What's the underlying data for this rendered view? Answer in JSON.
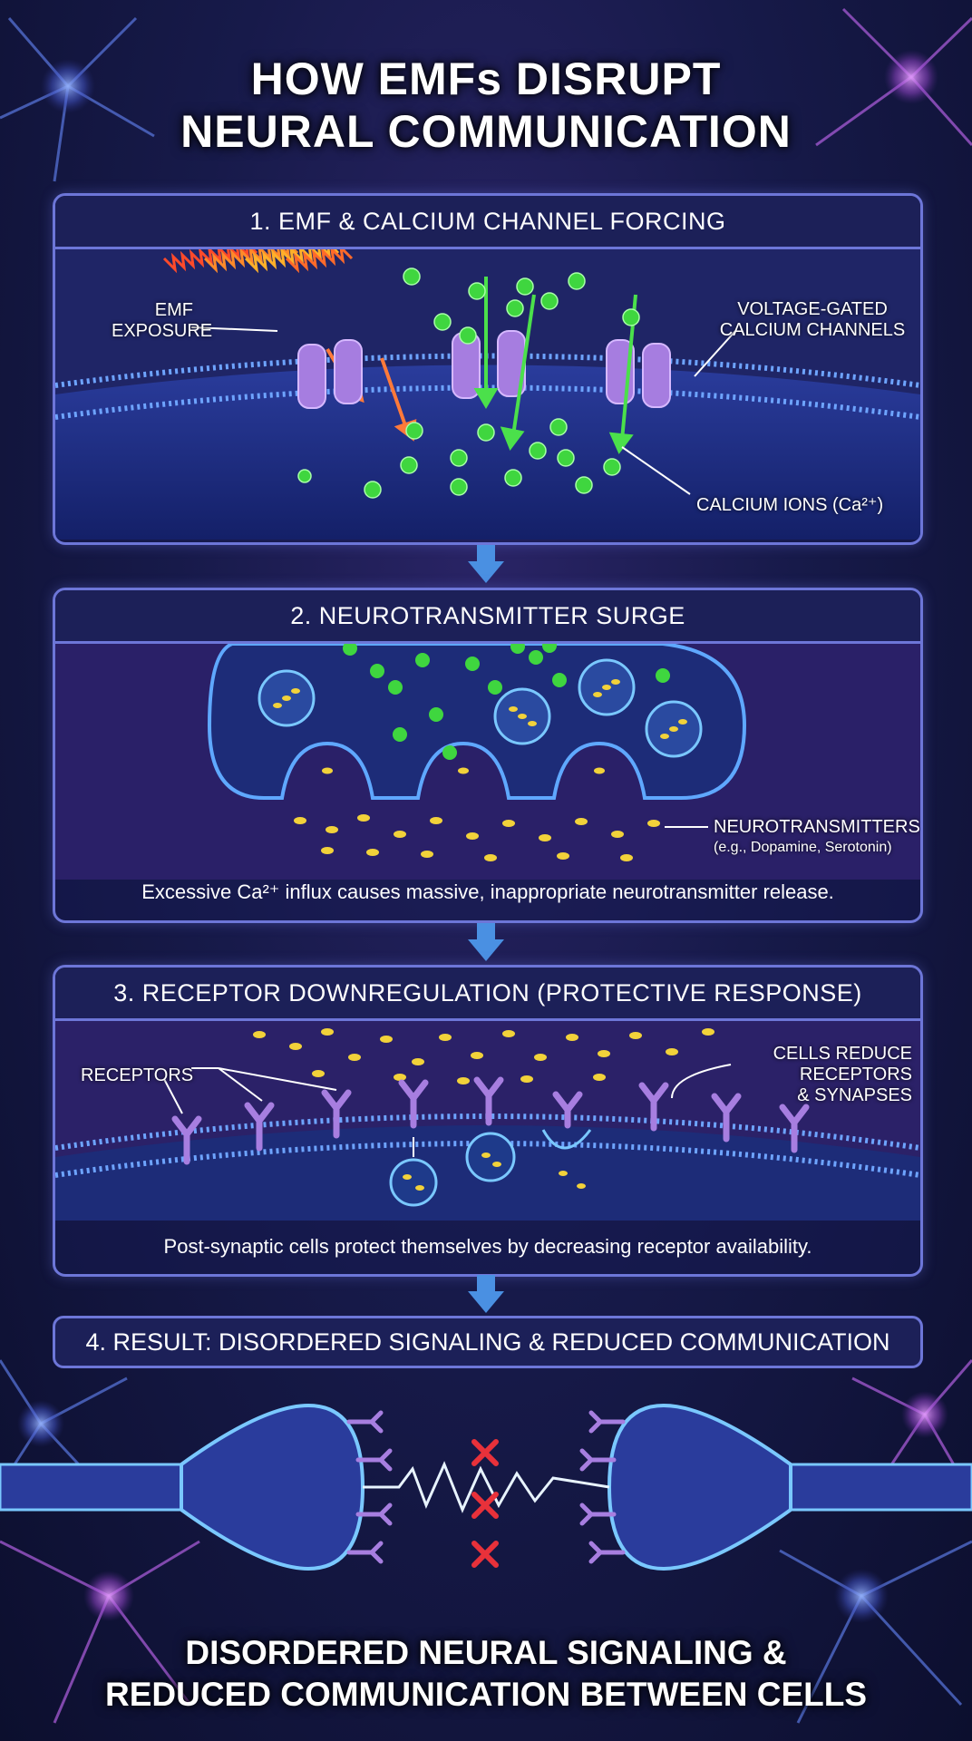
{
  "title": {
    "line1": "HOW EMFs DISRUPT",
    "line2": "NEURAL COMMUNICATION"
  },
  "panel1": {
    "heading": "1. EMF & CALCIUM CHANNEL FORCING",
    "label_emf": [
      "EMF",
      "EXPOSURE"
    ],
    "label_channels": [
      "VOLTAGE-GATED",
      "CALCIUM CHANNELS"
    ],
    "label_ions": "CALCIUM IONS (Ca²⁺)"
  },
  "panel2": {
    "heading": "2. NEUROTRANSMITTER SURGE",
    "label_nt": "NEUROTRANSMITTERS",
    "label_nt_examples": "(e.g., Dopamine, Serotonin)",
    "caption": "Excessive Ca²⁺ influx causes massive, inappropriate neurotransmitter release."
  },
  "panel3": {
    "heading": "3. RECEPTOR DOWNREGULATION (PROTECTIVE RESPONSE)",
    "label_receptors": "RECEPTORS",
    "label_cells": [
      "CELLS REDUCE",
      "RECEPTORS",
      "& SYNAPSES"
    ],
    "caption": "Post-synaptic cells protect themselves by decreasing receptor availability."
  },
  "result": {
    "heading": "4. RESULT: DISORDERED SIGNALING & REDUCED COMMUNICATION"
  },
  "bottom": {
    "line1": "DISORDERED NEURAL SIGNALING &",
    "line2": "REDUCED COMMUNICATION BETWEEN CELLS"
  },
  "colors": {
    "panel_border": "#6d76d8",
    "calcium": "#3fd63f",
    "neurotransmitter": "#f2d23a",
    "receptor": "#a77ee0",
    "emf": "#ff6a2a",
    "block_x": "#e8313a",
    "flow_arrow": "#4a90e2"
  }
}
